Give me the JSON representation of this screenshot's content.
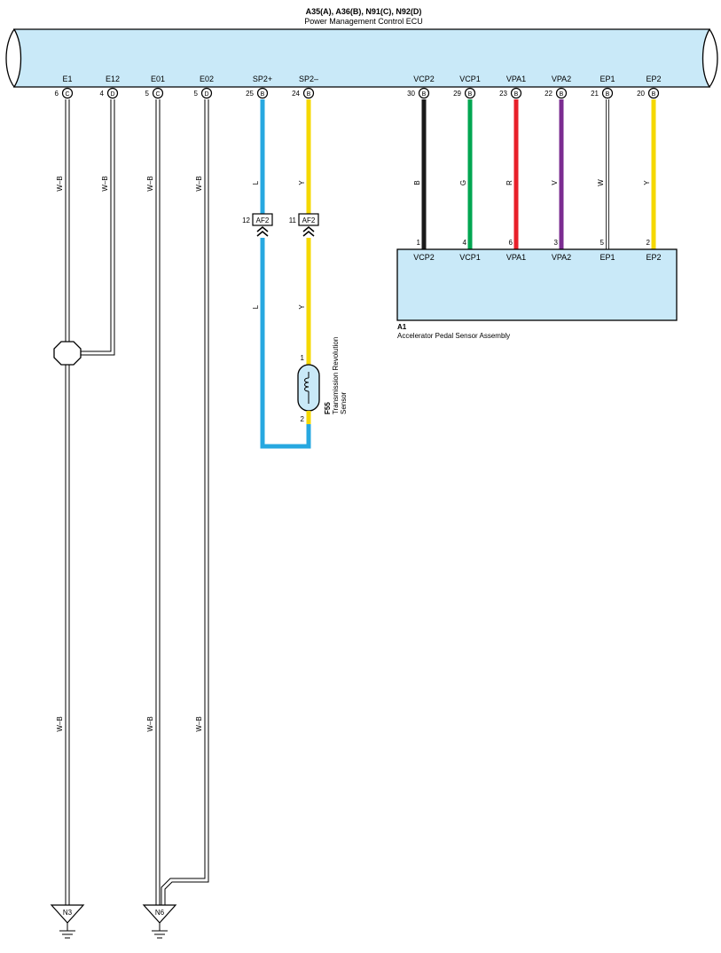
{
  "ecu": {
    "title_codes": "A35(A), A36(B), N91(C), N92(D)",
    "title_name": "Power Management Control ECU"
  },
  "colors": {
    "ecu_fill": "#c9e9f8",
    "L": "#27a8e0",
    "Y": "#f5d800",
    "B": "#1a1a1a",
    "G": "#00a651",
    "R": "#e8202a",
    "V": "#7b2c91",
    "W": "#ffffff",
    "WB": "#ffffff"
  },
  "ground_wires": [
    {
      "term": "E1",
      "pin": "6",
      "conn": "C",
      "color_label": "W–B"
    },
    {
      "term": "E12",
      "pin": "4",
      "conn": "D",
      "color_label": "W–B"
    },
    {
      "term": "E01",
      "pin": "5",
      "conn": "C",
      "color_label": "W–B"
    },
    {
      "term": "E02",
      "pin": "5",
      "conn": "D",
      "color_label": "W–B"
    }
  ],
  "sp_wires": [
    {
      "term": "SP2+",
      "pin": "25",
      "conn": "B",
      "color_label": "L"
    },
    {
      "term": "SP2–",
      "pin": "24",
      "conn": "B",
      "color_label": "Y"
    }
  ],
  "junction_connectors": [
    {
      "pin": "12",
      "name": "AF2"
    },
    {
      "pin": "11",
      "name": "AF2"
    }
  ],
  "sensor": {
    "code": "F55",
    "name_line1": "Transmission Revolution",
    "name_line2": "Sensor",
    "pin1": "1",
    "pin2": "2"
  },
  "pedal_wires": [
    {
      "term": "VCP2",
      "pin": "30",
      "conn": "B",
      "color_label": "B",
      "sensor_pin": "1",
      "sensor_term": "VCP2"
    },
    {
      "term": "VCP1",
      "pin": "29",
      "conn": "B",
      "color_label": "G",
      "sensor_pin": "4",
      "sensor_term": "VCP1"
    },
    {
      "term": "VPA1",
      "pin": "23",
      "conn": "B",
      "color_label": "R",
      "sensor_pin": "6",
      "sensor_term": "VPA1"
    },
    {
      "term": "VPA2",
      "pin": "22",
      "conn": "B",
      "color_label": "V",
      "sensor_pin": "3",
      "sensor_term": "VPA2"
    },
    {
      "term": "EP1",
      "pin": "21",
      "conn": "B",
      "color_label": "W",
      "sensor_pin": "5",
      "sensor_term": "EP1"
    },
    {
      "term": "EP2",
      "pin": "20",
      "conn": "B",
      "color_label": "Y",
      "sensor_pin": "2",
      "sensor_term": "EP2"
    }
  ],
  "pedal_sensor": {
    "code": "A1",
    "name": "Accelerator Pedal Sensor Assembly"
  },
  "grounds": [
    {
      "name": "N3"
    },
    {
      "name": "N6"
    }
  ]
}
